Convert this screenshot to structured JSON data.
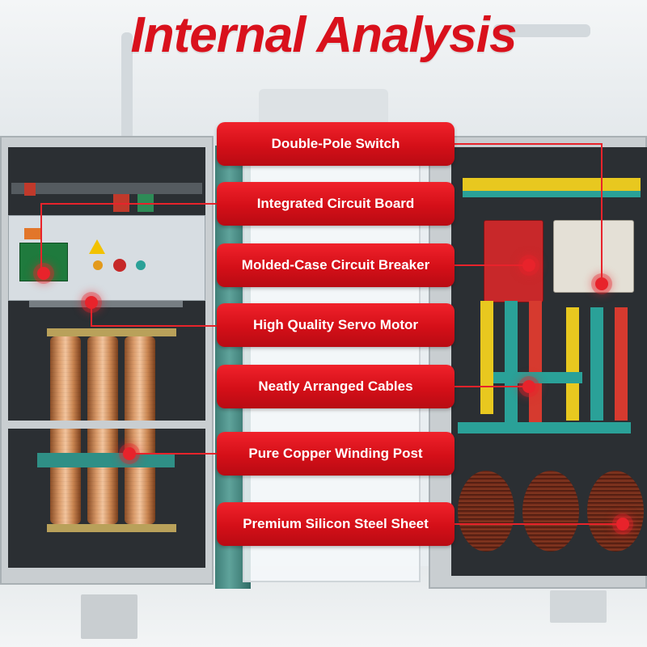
{
  "title": "Internal Analysis",
  "colors": {
    "accent": "#e8232b",
    "title": "#d9111c",
    "label_text": "#ffffff"
  },
  "callouts": [
    {
      "label": "Double-Pole Switch"
    },
    {
      "label": "Integrated Circuit Board"
    },
    {
      "label": "Molded-Case Circuit Breaker"
    },
    {
      "label": "High Quality Servo Motor"
    },
    {
      "label": "Neatly Arranged Cables"
    },
    {
      "label": "Pure Copper Winding Post"
    },
    {
      "label": "Premium Silicon Steel Sheet"
    }
  ]
}
